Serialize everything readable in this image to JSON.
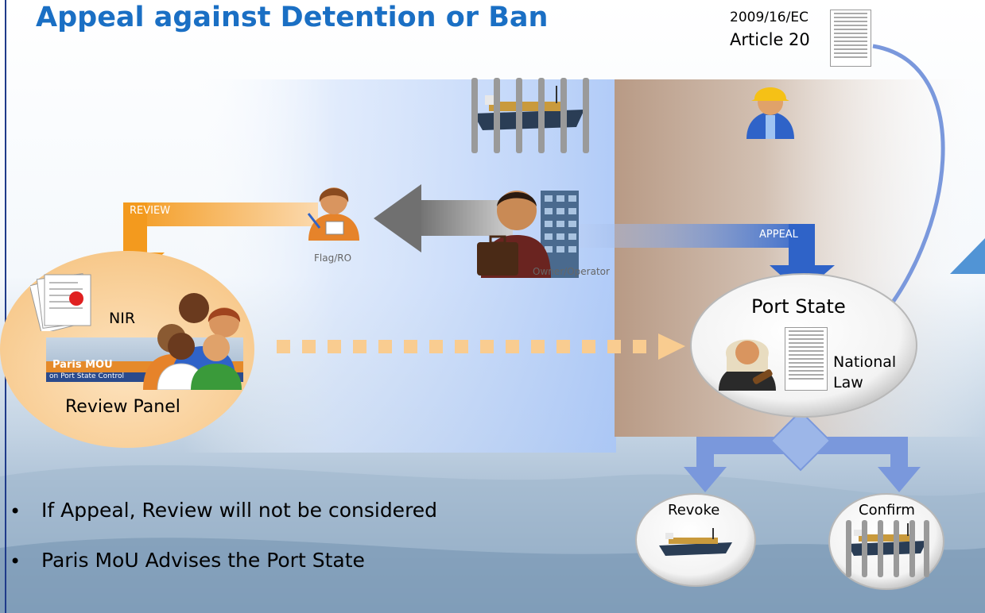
{
  "title": "Appeal against Detention or Ban",
  "directive": {
    "code": "2009/16/EC",
    "article": "Article 20"
  },
  "labels": {
    "review": "REVIEW",
    "appeal": "APPEAL",
    "flag_ro": "Flag/RO",
    "owner_operator": "Owner/Operator",
    "nir": "NIR",
    "review_panel": "Review Panel",
    "port_state": "Port State",
    "national_law": "National Law",
    "revoke": "Revoke",
    "confirm": "Confirm"
  },
  "logo": {
    "line1": "Paris MOU",
    "line2": "on Port State Control"
  },
  "bullets": [
    "If Appeal, Review will not be considered",
    "Paris MoU Advises the Port State"
  ],
  "colors": {
    "title": "#1a6fc4",
    "review_arrow": "#f39a1e",
    "appeal_arrow": "#2f63c8",
    "decision_arrow": "#7a98dc",
    "owner_arrow": "#777777",
    "dotted": "#f9cc90"
  }
}
